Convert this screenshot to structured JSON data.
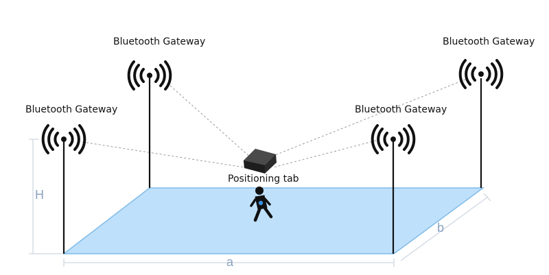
{
  "labels": {
    "gateway_top_left": "Bluetooth Gateway",
    "gateway_top_right": "Bluetooth Gateway",
    "gateway_left": "Bluetooth Gateway",
    "gateway_right": "Bluetooth Gateway",
    "tag": "Positioning tab"
  },
  "dimensions": {
    "height": "H",
    "width": "a",
    "depth": "b"
  },
  "colors": {
    "floor_fill": "#bfe0fb",
    "floor_edge": "#7fbbe8",
    "pole": "#111111",
    "dashed_line": "#9a9a9a",
    "dimension_text": "#8aa3c2",
    "tag_body": "#2b2b2b",
    "person_dot": "#3a8fe0"
  },
  "icons": {
    "gateway": "wireless-signal-icon",
    "tag": "positioning-tag-device-icon",
    "person": "walking-person-icon"
  }
}
